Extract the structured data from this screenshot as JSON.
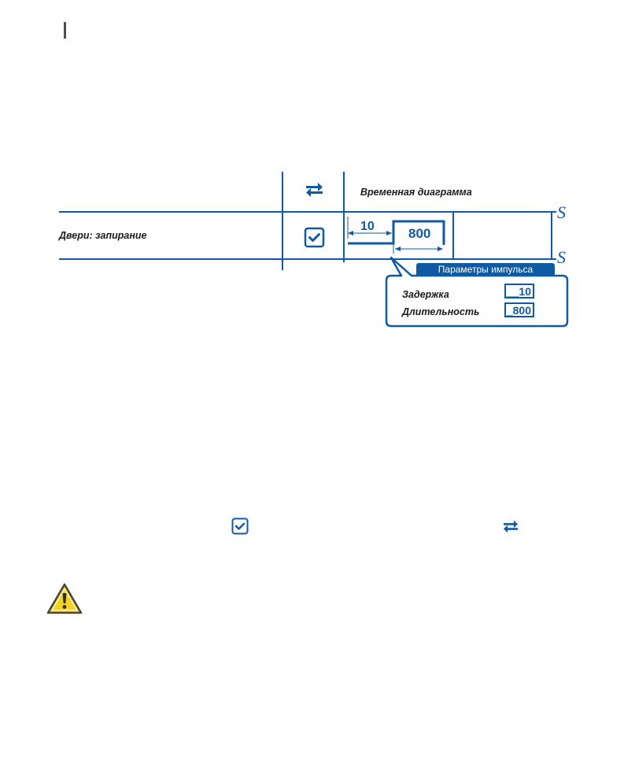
{
  "colors": {
    "blue": "#0f5aa3",
    "text": "#1a1a1a",
    "warning_yellow": "#f5d320"
  },
  "table": {
    "header_icon": "repeat-icon",
    "timing_header": "Временная диаграмма",
    "row_label": "Двери: запирание",
    "row_icon": "checkbox-checked-icon"
  },
  "timing": {
    "delay_value": "10",
    "duration_value": "800",
    "break_marker": "S"
  },
  "callout": {
    "title": "Параметры импульса",
    "delay_label": "Задержка",
    "delay_display": "__10",
    "duration_label": "Длительность",
    "duration_display": "_800"
  },
  "inline_icons": [
    "checkbox-checked-icon",
    "repeat-icon"
  ],
  "warning_icon": "warning-triangle-icon"
}
